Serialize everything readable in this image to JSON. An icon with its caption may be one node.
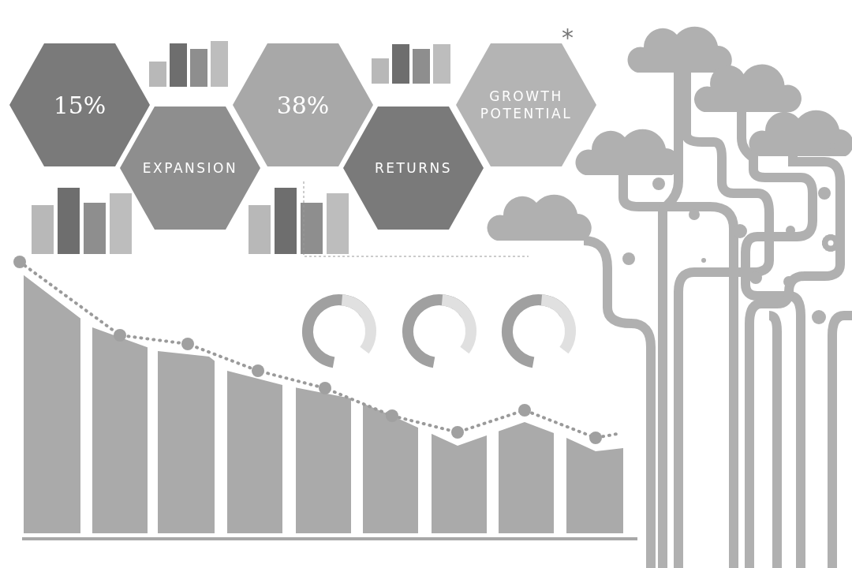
{
  "diagram": {
    "nodes": [
      {
        "text": [
          "15%"
        ]
      },
      {
        "text": [
          "EXPANSION"
        ]
      },
      {
        "text": [
          "38%"
        ]
      },
      {
        "text": [
          "RETURNS"
        ]
      },
      {
        "text": [
          "GROWTH POTENTIAL"
        ]
      }
    ],
    "labels": [
      "*"
    ]
  }
}
